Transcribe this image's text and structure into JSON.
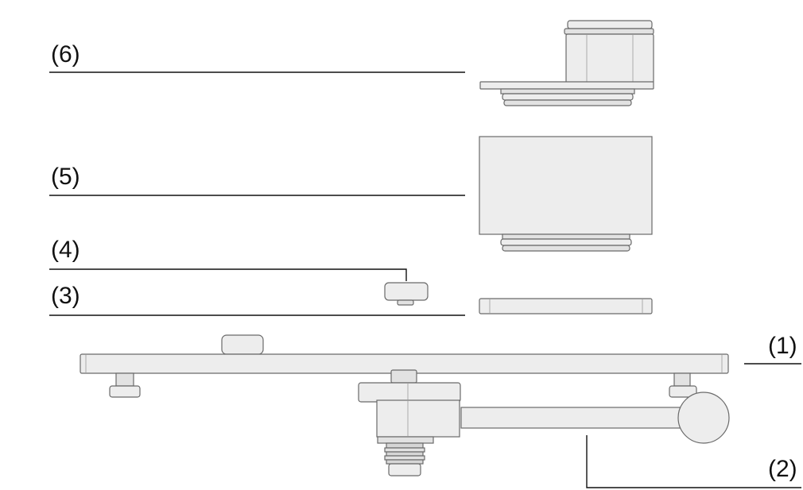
{
  "callouts": [
    {
      "id": "1",
      "text": "(1)"
    },
    {
      "id": "2",
      "text": "(2)"
    },
    {
      "id": "3",
      "text": "(3)"
    },
    {
      "id": "4",
      "text": "(4)"
    },
    {
      "id": "5",
      "text": "(5)"
    },
    {
      "id": "6",
      "text": "(6)"
    }
  ],
  "colors": {
    "line": "#111111",
    "part_fill": "#ededed",
    "part_stroke": "#6a6a6a"
  }
}
